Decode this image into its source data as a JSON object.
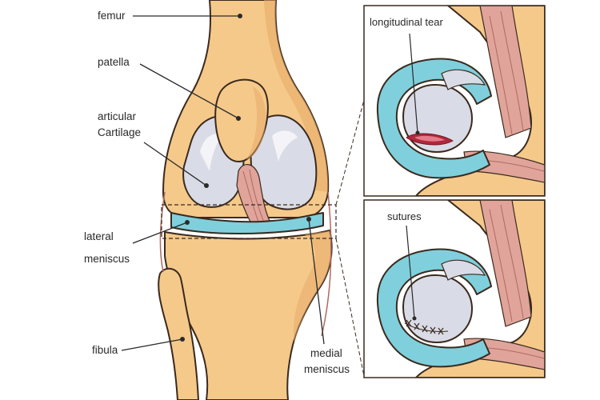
{
  "labels": {
    "femur": "femur",
    "patella": "patella",
    "articular_line1": "articular",
    "articular_line2": "Cartilage",
    "lateral_line1": "lateral",
    "lateral_line2": "meniscus",
    "fibula": "fibula",
    "medial_line1": "medial",
    "medial_line2": "meniscus"
  },
  "insets": {
    "top": {
      "caption": "longitudinal tear"
    },
    "bottom": {
      "caption": "sutures"
    }
  },
  "colors": {
    "bone": "#f5c98a",
    "bone_shadow": "#e6a865",
    "cartilage": "#d9dbe6",
    "meniscus": "#7fd0dc",
    "ligament": "#e0a49a",
    "tear": "#b0283c",
    "outline": "#3a2a1e"
  }
}
